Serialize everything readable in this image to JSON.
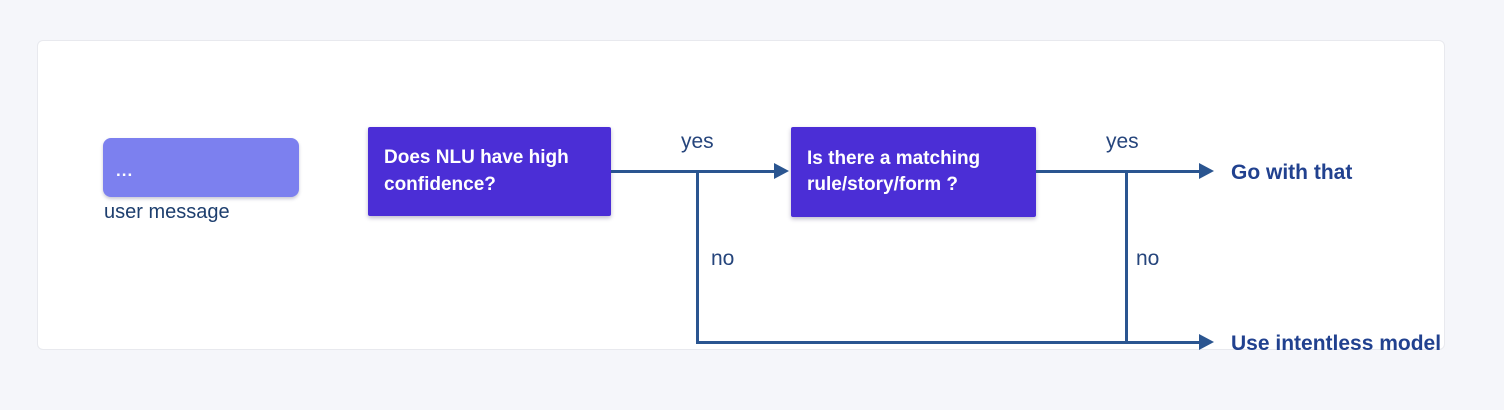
{
  "page": {
    "background": "#f5f6fa"
  },
  "canvas": {
    "background": "#ffffff",
    "border_color": "#e8e9ee"
  },
  "nodes": {
    "user_message": {
      "dots": "...",
      "label": "user message",
      "fill": "#7c80ef"
    },
    "decision_1": {
      "text": "Does NLU have high confidence?",
      "fill": "#4b2ed6"
    },
    "decision_2": {
      "text": "Is there a matching rule/story/form ?",
      "fill": "#4b2ed6"
    }
  },
  "edge_labels": {
    "yes_1": "yes",
    "no_1": "no",
    "yes_2": "yes",
    "no_2": "no"
  },
  "outcomes": {
    "go_with_that": "Go with that",
    "use_intentless": "Use intentless model"
  },
  "colors": {
    "line": "#2a5590",
    "edge_label_text": "#26457c",
    "outcome_text": "#21418f",
    "node_text": "#ffffff",
    "user_message_label_text": "#1d3e6e"
  }
}
